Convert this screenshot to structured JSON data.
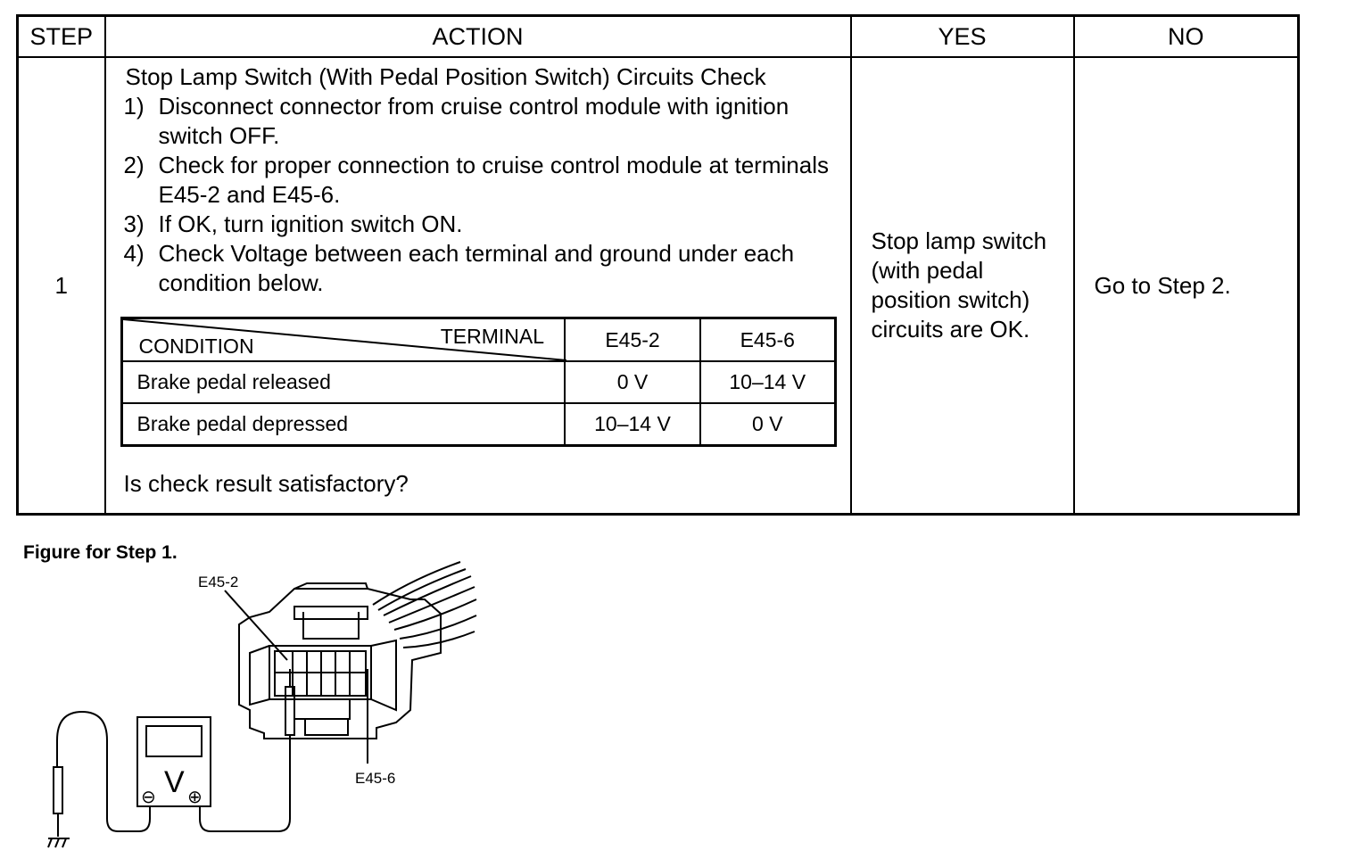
{
  "table": {
    "headers": {
      "step": "STEP",
      "action": "ACTION",
      "yes": "YES",
      "no": "NO"
    },
    "row": {
      "step": "1",
      "title": "Stop Lamp Switch (With Pedal Position Switch) Circuits Check",
      "steps": [
        {
          "num": "1)",
          "text": "Disconnect connector from cruise control module with ignition switch OFF."
        },
        {
          "num": "2)",
          "text": "Check for proper connection to cruise control module at terminals E45-2 and E45-6."
        },
        {
          "num": "3)",
          "text": "If OK, turn ignition switch ON."
        },
        {
          "num": "4)",
          "text": "Check Voltage between each terminal and ground under each condition below."
        }
      ],
      "condition_table": {
        "condition_header": "CONDITION",
        "terminal_header": "TERMINAL",
        "columns": [
          "E45-2",
          "E45-6"
        ],
        "rows": [
          {
            "label": "Brake pedal released",
            "values": [
              "0 V",
              "10–14 V"
            ]
          },
          {
            "label": "Brake pedal depressed",
            "values": [
              "10–14 V",
              "0 V"
            ]
          }
        ]
      },
      "question": "Is check result satisfactory?",
      "yes": "Stop lamp switch (with pedal position switch) circuits are OK.",
      "no": "Go to Step 2."
    }
  },
  "figure": {
    "title": "Figure for Step 1.",
    "label_e45_2": "E45-2",
    "label_e45_6": "E45-6",
    "meter_symbol": "V",
    "minus_symbol": "⊖",
    "plus_symbol": "⊕"
  }
}
